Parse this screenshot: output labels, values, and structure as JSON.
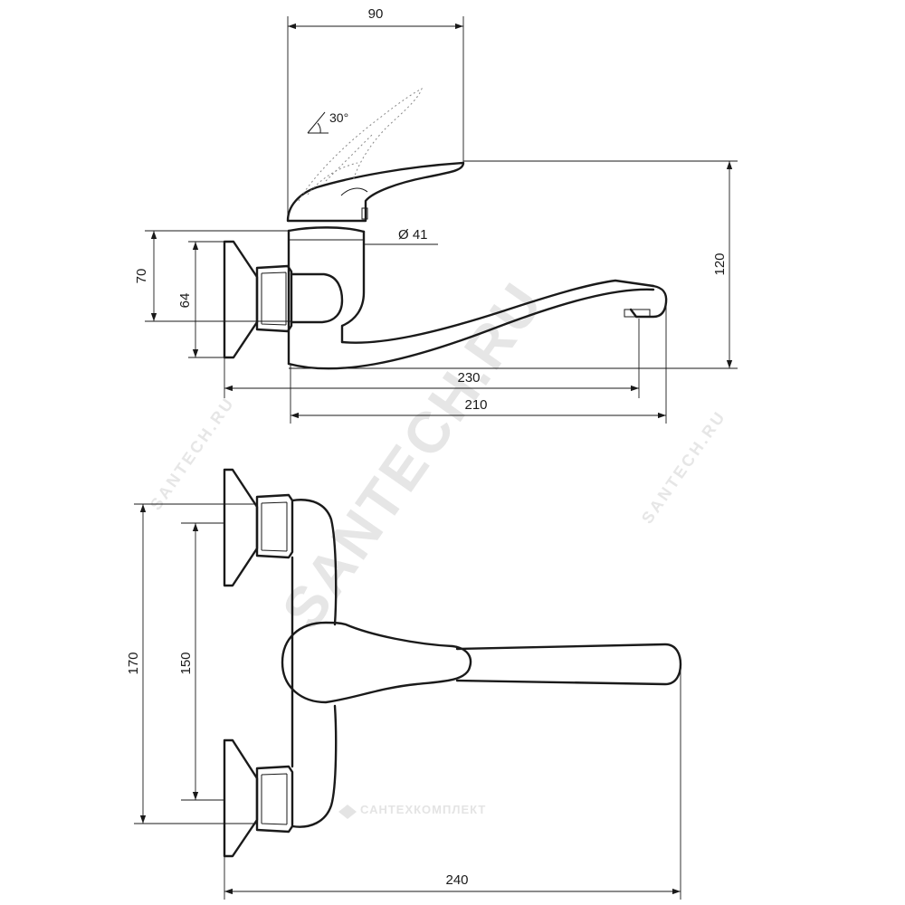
{
  "watermarks": {
    "main": "SANTECH.RU",
    "side_1": "SANTECH.RU",
    "side_2": "SANTECH.RU",
    "brand": "САНТЕХКОМПЛЕКТ"
  },
  "side_view": {
    "dim_lever_width": "90",
    "lever_angle": "30°",
    "dim_diameter": "Ø 41",
    "dim_height_total": "120",
    "dim_flange_height": "70",
    "dim_flange_inner": "64",
    "dim_spout_reach_outer": "230",
    "dim_spout_reach_inner": "210"
  },
  "top_view": {
    "dim_outer_spacing": "170",
    "dim_inner_spacing": "150",
    "dim_total_length": "240"
  },
  "colors": {
    "line": "#1a1a1a",
    "watermark": "#e6e6e6"
  }
}
